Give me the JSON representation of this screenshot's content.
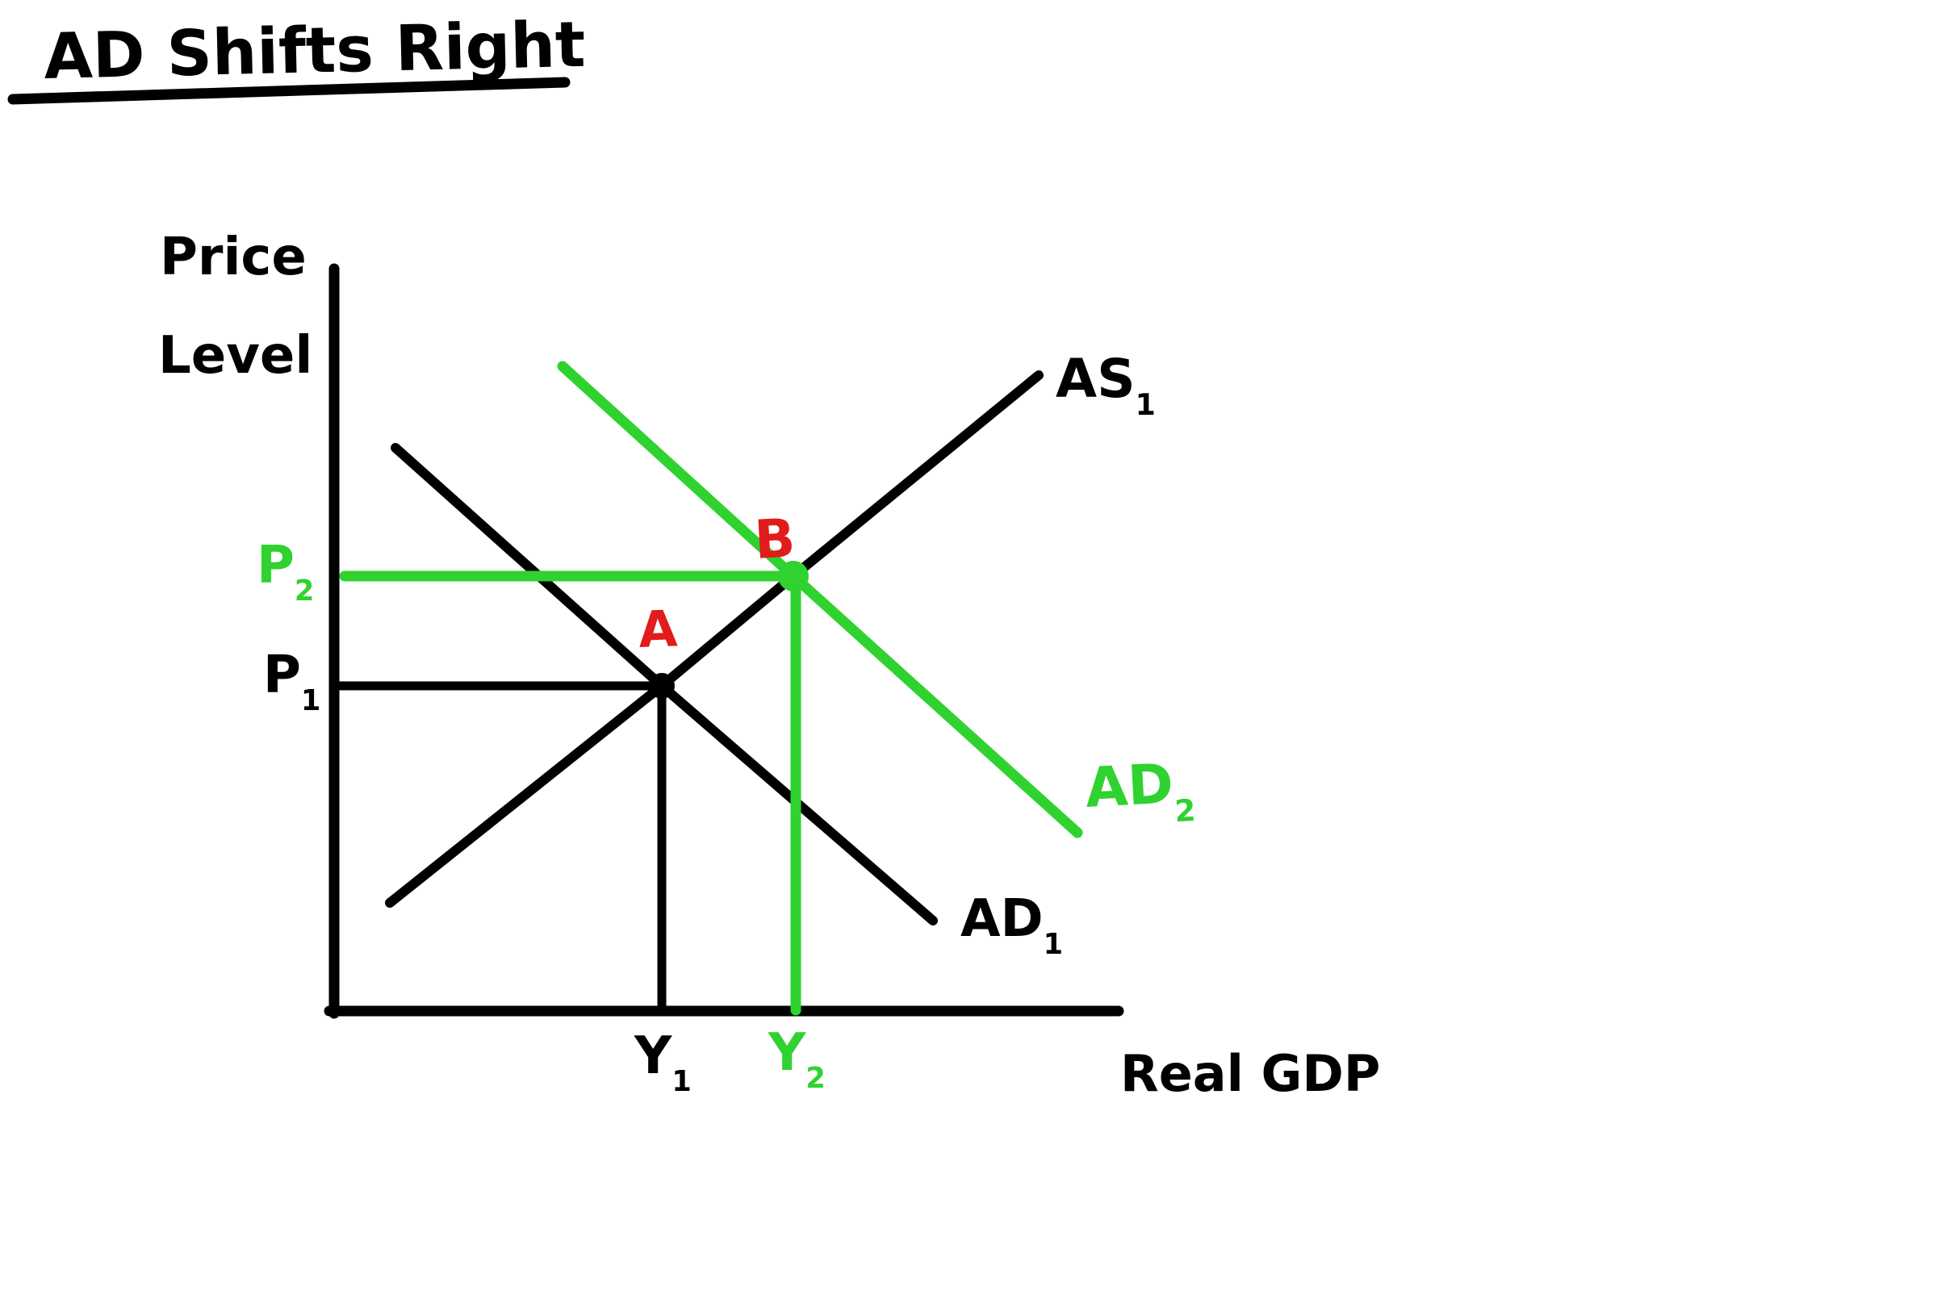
{
  "title": "AD Shifts Right",
  "axes": {
    "y_label_line1": "Price",
    "y_label_line2": "Level",
    "x_label": "Real GDP"
  },
  "labels": {
    "as1": {
      "base": "AS",
      "sub": "1"
    },
    "ad1": {
      "base": "AD",
      "sub": "1"
    },
    "ad2": {
      "base": "AD",
      "sub": "2"
    },
    "p1": {
      "base": "P",
      "sub": "1"
    },
    "p2": {
      "base": "P",
      "sub": "2"
    },
    "y1": {
      "base": "Y",
      "sub": "1"
    },
    "y2": {
      "base": "Y",
      "sub": "2"
    },
    "point_a": "A",
    "point_b": "B"
  },
  "colors": {
    "ink": "#000000",
    "shift_green": "#2fd22f",
    "point_label_red": "#e11c1c",
    "background": "#ffffff"
  },
  "chart_data": {
    "type": "line",
    "title": "AD Shifts Right",
    "xlabel": "Real GDP",
    "ylabel": "Price Level",
    "grid": false,
    "series": [
      {
        "name": "AS1",
        "kind": "aggregate-supply",
        "direction": "upward-sloping",
        "color": "#000000"
      },
      {
        "name": "AD1",
        "kind": "aggregate-demand-original",
        "direction": "downward-sloping",
        "color": "#000000"
      },
      {
        "name": "AD2",
        "kind": "aggregate-demand-shifted-right",
        "direction": "downward-sloping",
        "color": "#2fd22f"
      }
    ],
    "equilibrium_points": [
      {
        "label": "A",
        "intersection_of": [
          "AD1",
          "AS1"
        ],
        "price_level": "P1",
        "real_gdp": "Y1",
        "dot_color": "#000000",
        "label_color": "#e11c1c"
      },
      {
        "label": "B",
        "intersection_of": [
          "AD2",
          "AS1"
        ],
        "price_level": "P2",
        "real_gdp": "Y2",
        "dot_color": "#2fd22f",
        "label_color": "#e11c1c"
      }
    ],
    "axis_tick_labels": {
      "x": [
        "Y1",
        "Y2"
      ],
      "y": [
        "P1",
        "P2"
      ]
    }
  }
}
